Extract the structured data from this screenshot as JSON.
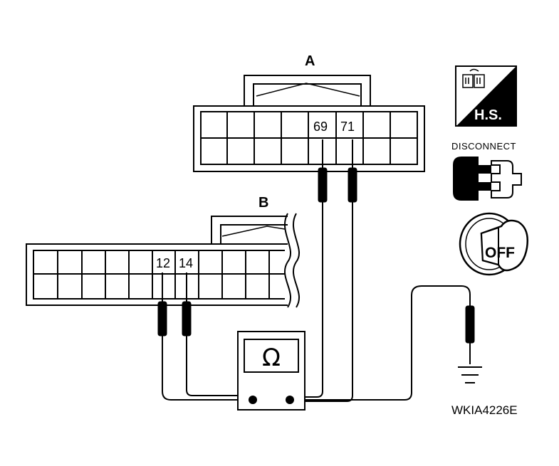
{
  "connector_a": {
    "label": "A",
    "pins": [
      "69",
      "71"
    ]
  },
  "connector_b": {
    "label": "B",
    "pins": [
      "12",
      "14"
    ]
  },
  "meter": {
    "symbol": "Ω"
  },
  "icons": {
    "hs_label": "H.S.",
    "disconnect_label": "DISCONNECT",
    "ignition_label": "OFF"
  },
  "figure_code": "WKIA4226E",
  "colors": {
    "line": "#000000",
    "background": "#ffffff"
  }
}
